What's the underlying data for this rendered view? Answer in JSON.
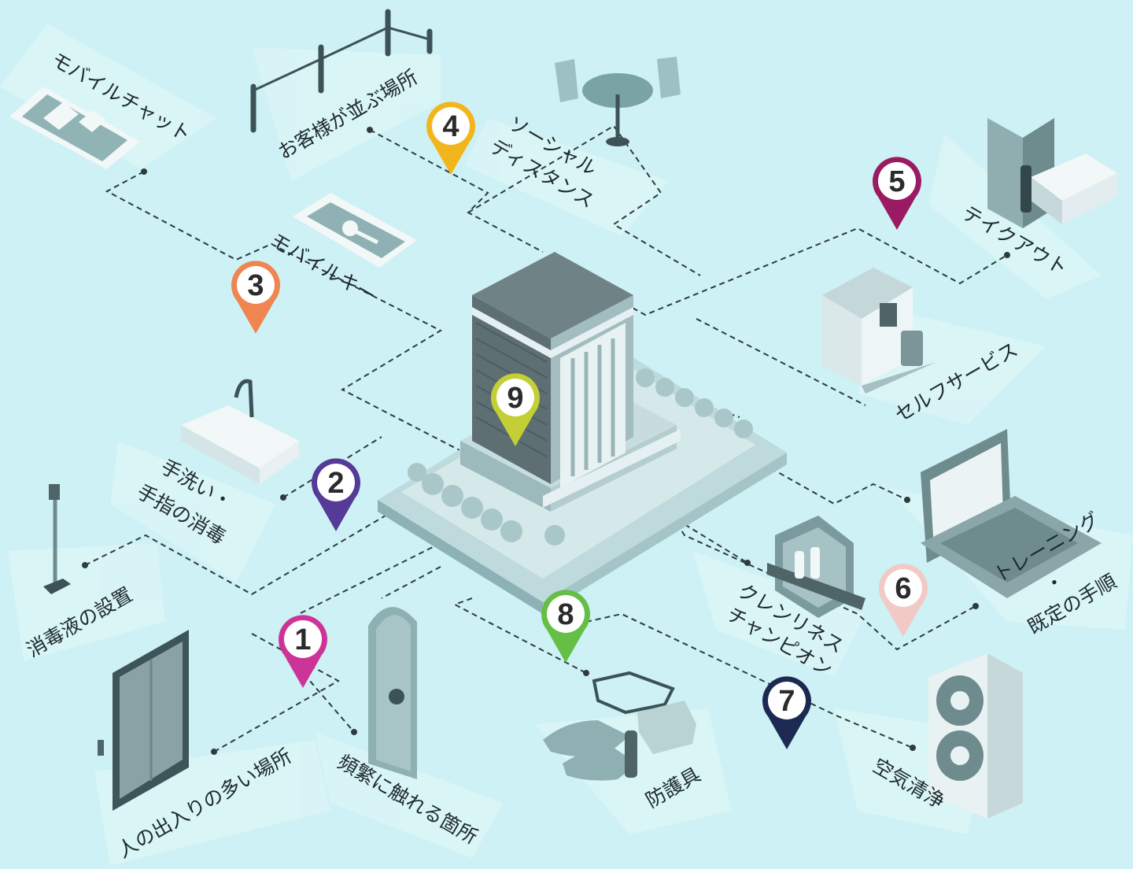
{
  "labels": {
    "mobile_chat": "モバイルチャット",
    "queue_area": "お客様が並ぶ場所",
    "social_distance_1": "ソーシャル",
    "social_distance_2": "ディスタンス",
    "takeout": "テイクアウト",
    "mobile_key": "モバイルキー",
    "self_service": "セルフサービス",
    "handwash_1": "手洗い・",
    "handwash_2": "手指の消毒",
    "sanitizer_stand": "消毒液の設置",
    "training_1": "トレーニング",
    "training_2": "・",
    "training_3": "既定の手順",
    "cleanliness_1": "クレンリネス",
    "cleanliness_2": "チャンピオン",
    "high_traffic": "人の出入りの多い場所",
    "high_touch": "頻繁に触れる箇所",
    "ppe": "防護具",
    "air_purification": "空気清浄"
  },
  "pins": [
    {
      "num": "1",
      "color": "#cc3597"
    },
    {
      "num": "2",
      "color": "#553a98"
    },
    {
      "num": "3",
      "color": "#ef8550"
    },
    {
      "num": "4",
      "color": "#f3b51c"
    },
    {
      "num": "5",
      "color": "#9a1b62"
    },
    {
      "num": "6",
      "color": "#f2c9c4"
    },
    {
      "num": "7",
      "color": "#1c2a52"
    },
    {
      "num": "8",
      "color": "#65bf46"
    },
    {
      "num": "9",
      "color": "#c3cf34"
    }
  ],
  "colors": {
    "background": "#cdf1f4",
    "panel": "#dff6f8",
    "dash_line": "#2f3b40",
    "icon_main": "#8fb0b2",
    "icon_dark": "#4f6467",
    "building_dark": "#5d6f73"
  }
}
